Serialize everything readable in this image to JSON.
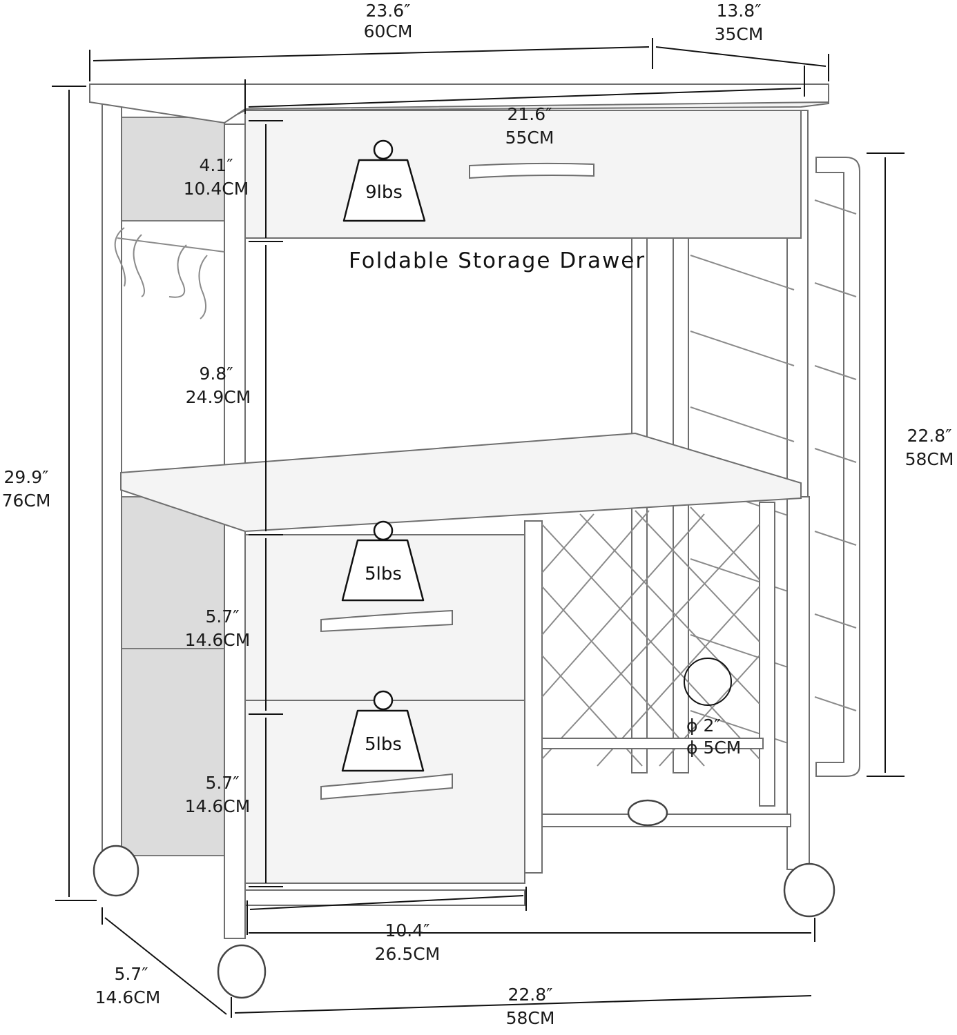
{
  "dimensions": {
    "top_width": {
      "inch": "23.6″",
      "cm": "60CM"
    },
    "top_depth": {
      "inch": "13.8″",
      "cm": "35CM"
    },
    "drawer_width": {
      "inch": "21.6″",
      "cm": "55CM"
    },
    "drawer_height": {
      "inch": "4.1″",
      "cm": "10.4CM"
    },
    "shelf_gap": {
      "inch": "9.8″",
      "cm": "24.9CM"
    },
    "total_height": {
      "inch": "29.9″",
      "cm": "76CM"
    },
    "rack_height": {
      "inch": "22.8″",
      "cm": "58CM"
    },
    "drawer2_height": {
      "inch": "5.7″",
      "cm": "14.6CM"
    },
    "drawer3_height": {
      "inch": "5.7″",
      "cm": "14.6CM"
    },
    "bottle_hole": {
      "inch": "ϕ 2″",
      "cm": "ϕ 5CM"
    },
    "small_drawer_width": {
      "inch": "10.4″",
      "cm": "26.5CM"
    },
    "base_depth": {
      "inch": "5.7″",
      "cm": "14.6CM"
    },
    "base_width": {
      "inch": "22.8″",
      "cm": "58CM"
    }
  },
  "weights": {
    "top_drawer": "9lbs",
    "middle_drawer": "5lbs",
    "bottom_drawer": "5lbs"
  },
  "caption": "Foldable Storage Drawer",
  "colors": {
    "frame": "#ffffff",
    "outline": "#6e6e6e",
    "fabric": "#dcdcdc",
    "text": "#111111"
  }
}
